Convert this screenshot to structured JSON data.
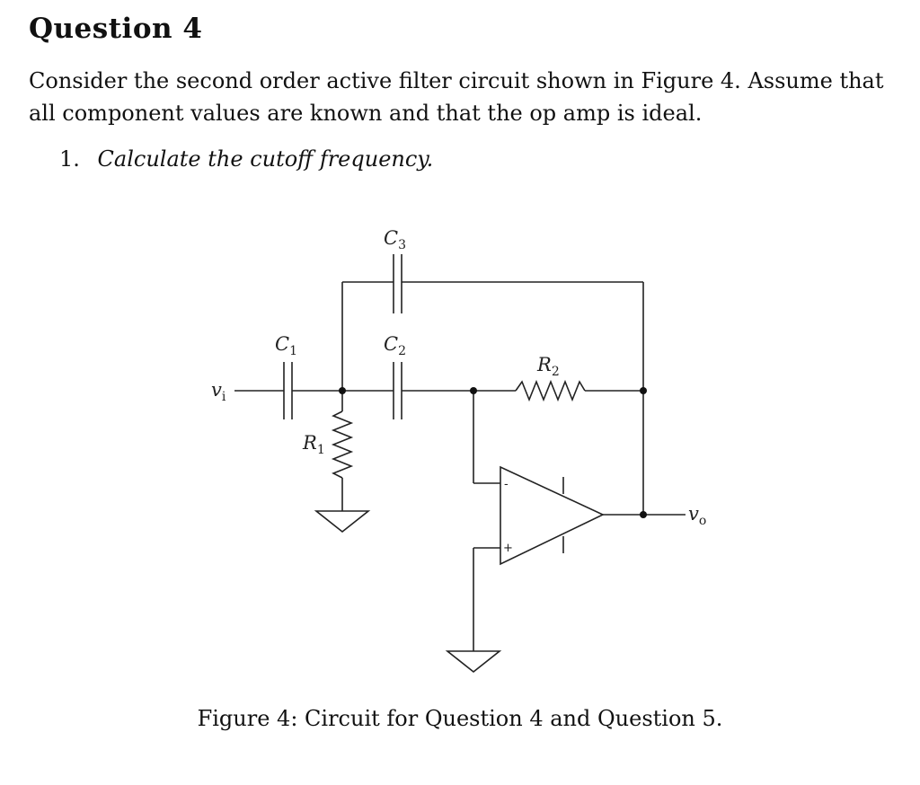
{
  "question": {
    "heading": "Question 4",
    "intro": "Consider the second order active filter circuit shown in Figure 4. Assume that all component values are known and that the op amp is ideal.",
    "task_number": "1.",
    "task_text": "Calculate the cutoff frequency."
  },
  "figure": {
    "caption": "Figure 4: Circuit for Question 4 and Question 5.",
    "labels": {
      "c1": {
        "base": "C",
        "sub": "1"
      },
      "c2": {
        "base": "C",
        "sub": "2"
      },
      "c3": {
        "base": "C",
        "sub": "3"
      },
      "r1": {
        "base": "R",
        "sub": "1"
      },
      "r2": {
        "base": "R",
        "sub": "2"
      },
      "vi": {
        "base": "v",
        "sub": "i"
      },
      "vo": {
        "base": "v",
        "sub": "o"
      },
      "minus": "-",
      "plus": "+"
    }
  }
}
